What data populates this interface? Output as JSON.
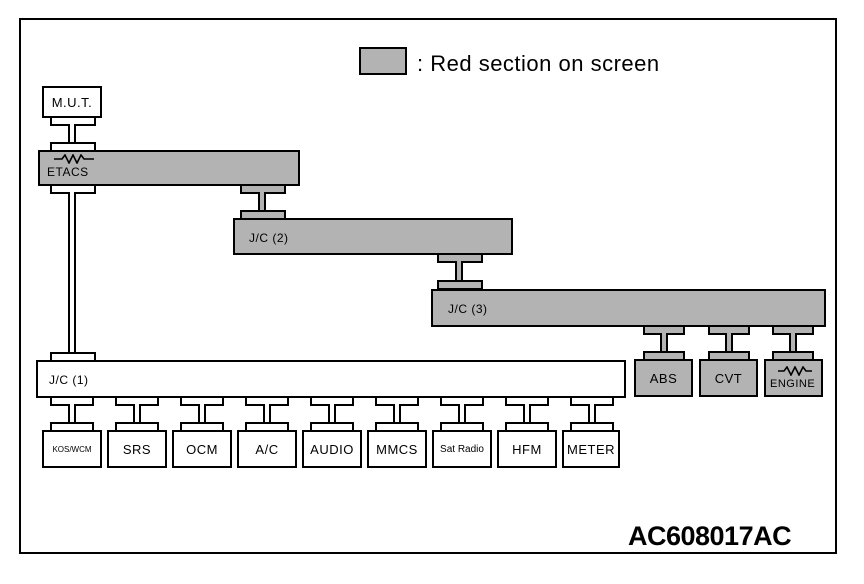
{
  "legend": {
    "text": ": Red section on screen",
    "box_color": "#b3b3b3"
  },
  "figure_code": "AC608017AC",
  "top_units": {
    "mut": "M.U.T.",
    "etacs": "ETACS",
    "jc2": "J/C (2)",
    "jc3": "J/C (3)",
    "jc1": "J/C (1)"
  },
  "jc3_modules": [
    "ABS",
    "CVT",
    "ENGINE"
  ],
  "jc1_modules": [
    "KOS/WCM",
    "SRS",
    "OCM",
    "A/C",
    "AUDIO",
    "MMCS",
    "Sat Radio",
    "HFM",
    "METER"
  ],
  "colors": {
    "highlight": "#b3b3b3",
    "normal": "#ffffff",
    "line": "#000000"
  },
  "icons": {
    "etacs": "resistor-icon",
    "engine": "resistor-icon"
  }
}
